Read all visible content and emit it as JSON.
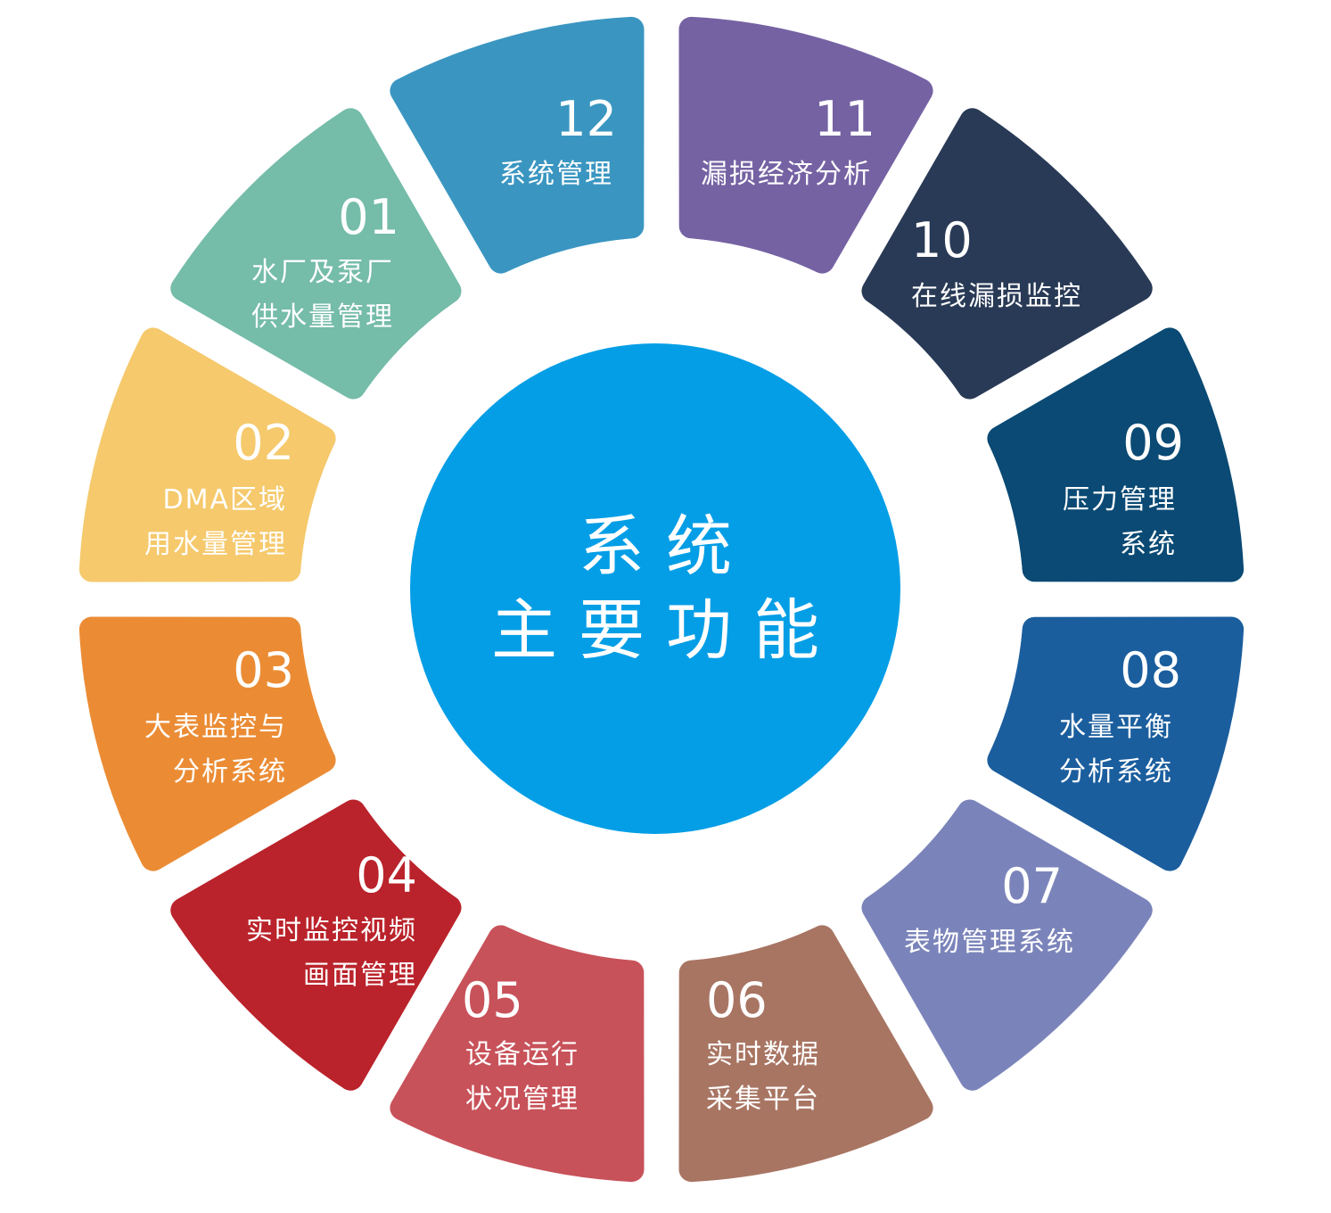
{
  "center": {
    "line1": "系统",
    "line2": "主要功能",
    "color": "#049EE6"
  },
  "segments": [
    {
      "num": "12",
      "lines": [
        "系统管理"
      ],
      "color": "#3A96C1"
    },
    {
      "num": "11",
      "lines": [
        "漏损经济分析"
      ],
      "color": "#7562A3"
    },
    {
      "num": "10",
      "lines": [
        "在线漏损监控"
      ],
      "color": "#293A56"
    },
    {
      "num": "09",
      "lines": [
        "压力管理",
        "系统"
      ],
      "color": "#0A4A74"
    },
    {
      "num": "08",
      "lines": [
        "水量平衡",
        "分析系统"
      ],
      "color": "#1B5E9E"
    },
    {
      "num": "07",
      "lines": [
        "表物管理系统"
      ],
      "color": "#7B84BA"
    },
    {
      "num": "06",
      "lines": [
        "实时数据",
        "采集平台"
      ],
      "color": "#A87563"
    },
    {
      "num": "05",
      "lines": [
        "设备运行",
        "状况管理"
      ],
      "color": "#C8525A"
    },
    {
      "num": "04",
      "lines": [
        "实时监控视频",
        "画面管理"
      ],
      "color": "#BA232B"
    },
    {
      "num": "03",
      "lines": [
        "大表监控与",
        "分析系统"
      ],
      "color": "#EB8C35"
    },
    {
      "num": "02",
      "lines": [
        "DMA区域",
        "用水量管理"
      ],
      "color": "#F5C96C"
    },
    {
      "num": "01",
      "lines": [
        "水厂及泵厂",
        "供水量管理"
      ],
      "color": "#75BCA9"
    }
  ]
}
